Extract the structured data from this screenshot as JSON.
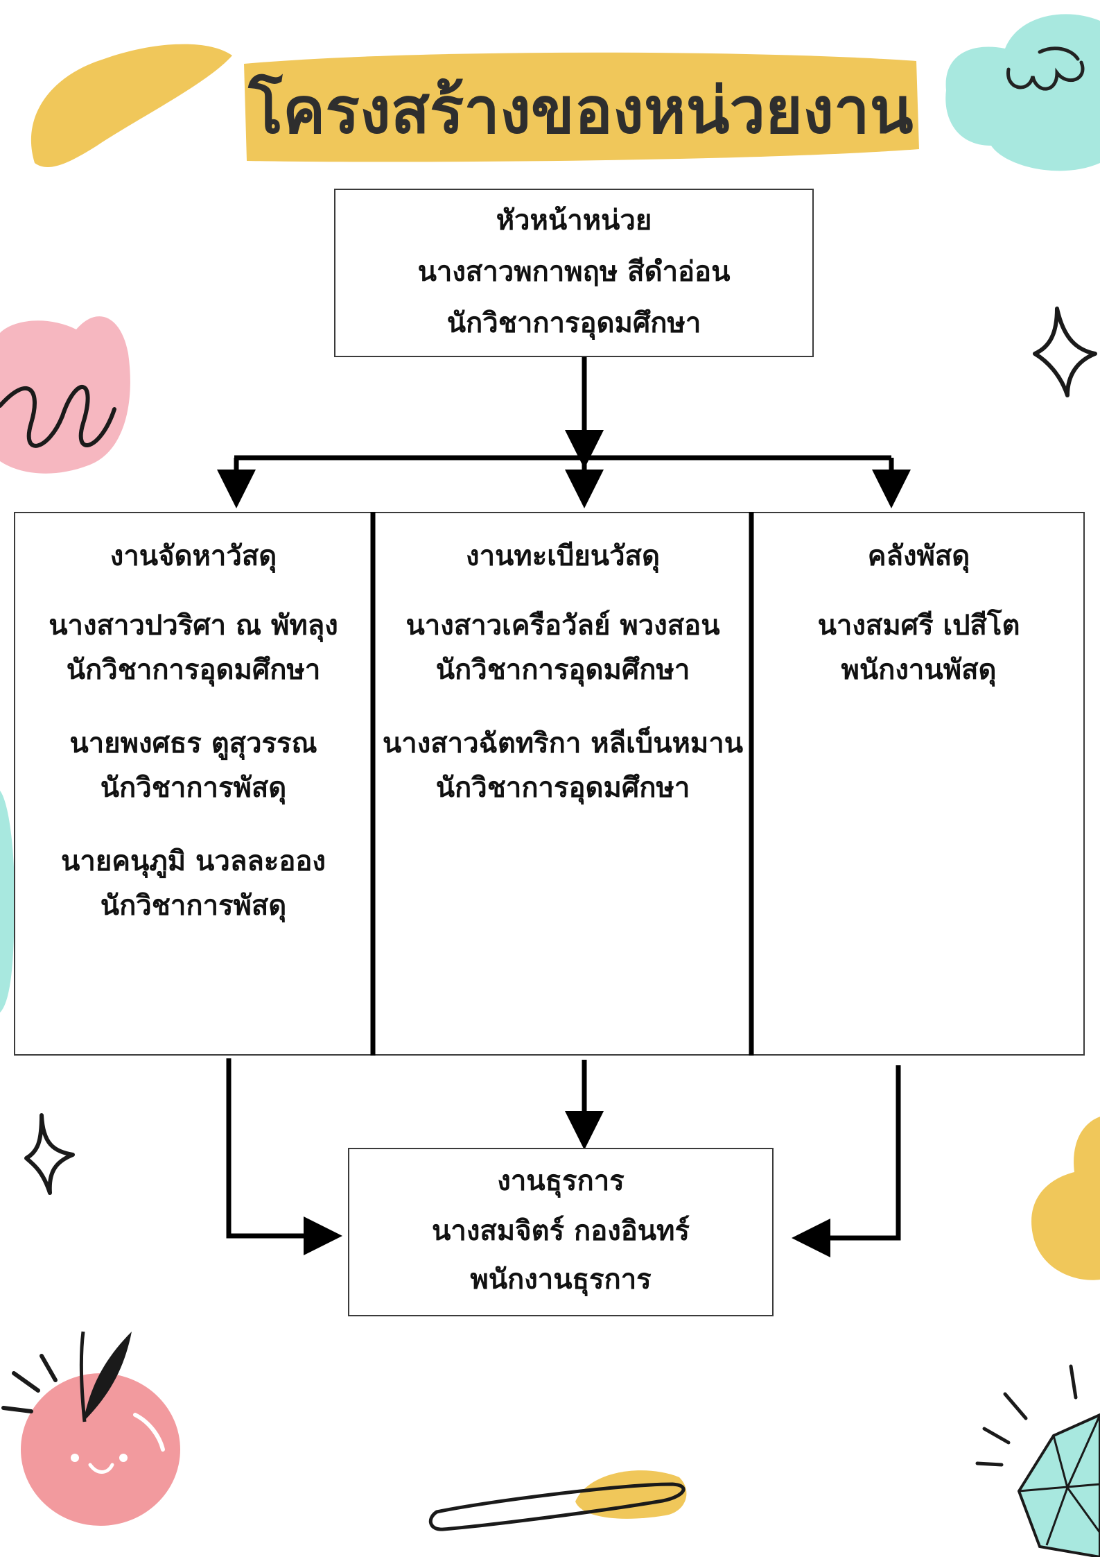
{
  "title": "โครงสร้างของหน่วยงาน",
  "colors": {
    "yellow": "#F0C75A",
    "mint": "#A8E8DF",
    "pink": "#F6B7C0",
    "apple": "#F29A9E",
    "line": "#000000"
  },
  "head_unit": {
    "role": "หัวหน้าหน่วย",
    "name": "นางสาวพกาพฤษ สีดำอ่อน",
    "position": "นักวิชาการอุดมศึกษา"
  },
  "procurement": {
    "title": "งานจัดหาวัสดุ",
    "members": [
      {
        "name": "นางสาวปวริศา ณ พัทลุง",
        "position": "นักวิชาการอุดมศึกษา"
      },
      {
        "name": "นายพงศธร ตูสุวรรณ",
        "position": "นักวิชาการพัสดุ"
      },
      {
        "name": "นายคนุภูมิ นวลละออง",
        "position": "นักวิชาการพัสดุ"
      }
    ]
  },
  "registry": {
    "title": "งานทะเบียนวัสดุ",
    "members": [
      {
        "name": "นางสาวเครือวัลย์ พวงสอน",
        "position": "นักวิชาการอุดมศึกษา"
      },
      {
        "name": "นางสาวฉัตทริกา หลีเบ็นหมาน",
        "position": "นักวิชาการอุดมศึกษา"
      }
    ]
  },
  "warehouse": {
    "title": "คลังพัสดุ",
    "members": [
      {
        "name": "นางสมศรี เปสีโต",
        "position": "พนักงานพัสดุ"
      }
    ]
  },
  "admin": {
    "title": "งานธุรการ",
    "name": "นางสมจิตร์ กองอินทร์",
    "position": "พนักงานธุรการ"
  }
}
